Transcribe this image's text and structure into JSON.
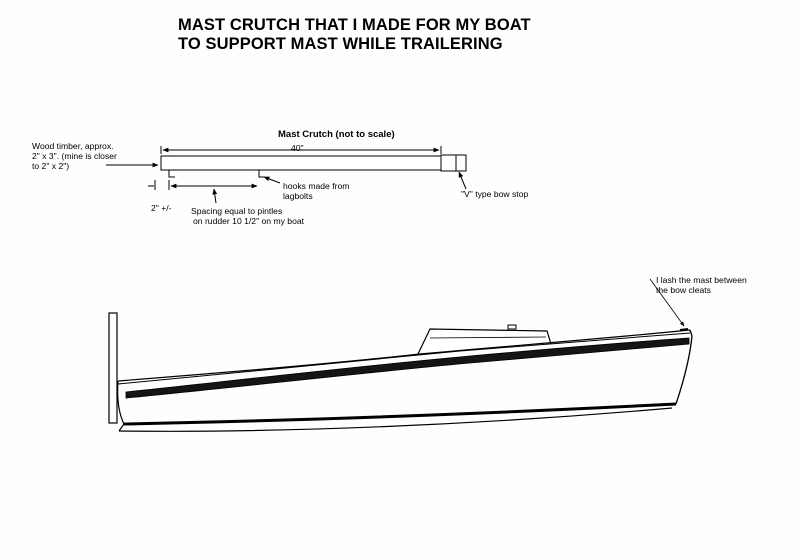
{
  "title": {
    "line1": "MAST CRUTCH THAT I MADE FOR MY BOAT",
    "line2": "TO SUPPORT MAST WHILE TRAILERING"
  },
  "crutch": {
    "heading": "Mast Crutch (not to scale)",
    "length_dim": "40\"",
    "wood_note": [
      "Wood timber, approx.",
      "2\" x 3\". (mine is closer",
      "to 2\" x 2\")"
    ],
    "hooks_note": [
      "hooks made from",
      "lagbolts"
    ],
    "bow_stop_note": "\"V\" type bow stop",
    "offset_dim": "2\" +/-",
    "spacing_note": [
      "Spacing equal to pintles",
      "on rudder  10 1/2\" on my boat"
    ]
  },
  "boat": {
    "lash_note": [
      "I lash the mast between",
      "the bow cleats"
    ]
  }
}
